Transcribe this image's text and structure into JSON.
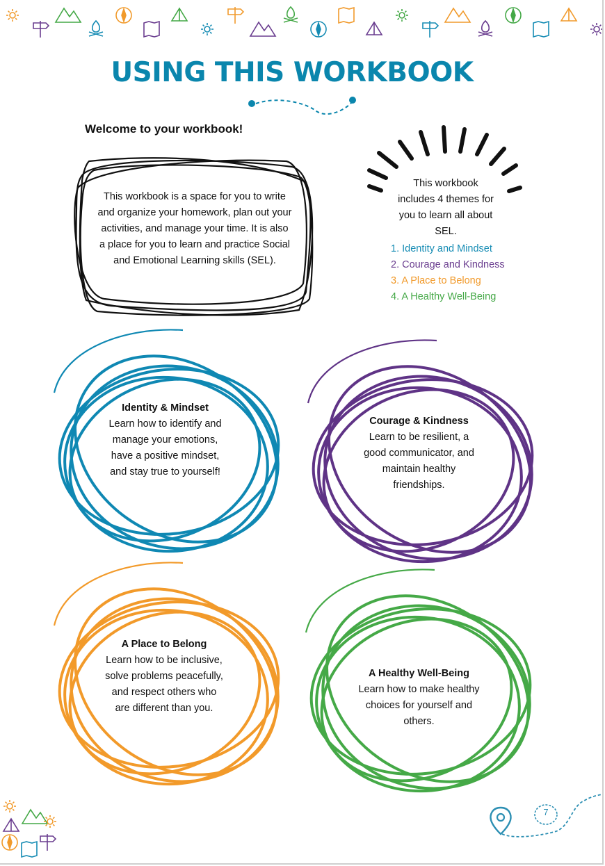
{
  "page": {
    "title": "USING THIS WORKBOOK",
    "welcome": "Welcome to your workbook!",
    "intro": "This workbook is a space for you to write and organize your homework, plan out your activities, and manage your time. It is also a place for you to learn and practice Social and Emotional Learning skills (SEL).",
    "page_number": "7"
  },
  "themes_intro": "This workbook includes 4 themes for you to learn all about SEL.",
  "themes": [
    {
      "number": "1.",
      "label": "Identity and Mindset",
      "color": "#168cb4"
    },
    {
      "number": "2.",
      "label": "Courage and Kindness",
      "color": "#6a3d8f"
    },
    {
      "number": "3.",
      "label": "A Place to Belong",
      "color": "#f19a2b"
    },
    {
      "number": "4.",
      "label": "A Healthy Well-Being",
      "color": "#44a846"
    }
  ],
  "circles": [
    {
      "heading": "Identity & Mindset",
      "body": "Learn how to identify and manage your emotions, have a positive mindset, and stay true to yourself!",
      "color": "#0f88b3"
    },
    {
      "heading": "Courage & Kindness",
      "body": "Learn to be resilient, a good communicator, and maintain healthy friendships.",
      "color": "#5f3386"
    },
    {
      "heading": "A Place to Belong",
      "body": "Learn how to be inclusive, solve problems peacefully, and respect others who are different than you.",
      "color": "#f29a2a"
    },
    {
      "heading": "A Healthy Well-Being",
      "body": "Learn how to make healthy choices for yourself and others.",
      "color": "#45a947"
    }
  ],
  "icons": [
    "mountain-icon",
    "campfire-icon",
    "compass-icon",
    "signpost-icon",
    "map-icon",
    "tent-icon",
    "sun-icon",
    "location-pin-icon"
  ]
}
